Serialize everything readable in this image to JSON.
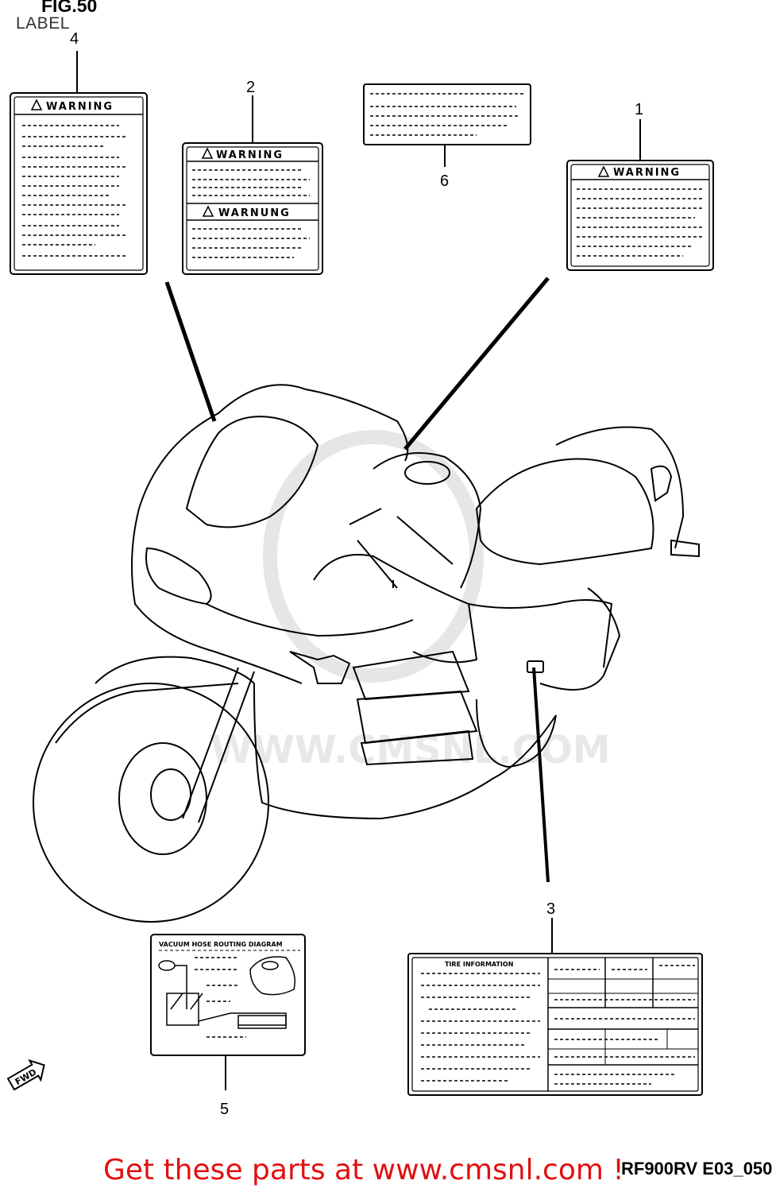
{
  "figure": {
    "number": "FIG.50",
    "title": "LABEL"
  },
  "callouts": [
    "1",
    "2",
    "3",
    "4",
    "5",
    "6"
  ],
  "labels": {
    "warning": "WARNING",
    "warnung": "WARNUNG",
    "vacuum": "VACUUM HOSE ROUTING DIAGRAM",
    "tire": "TIRE INFORMATION"
  },
  "footer": {
    "ref": "RF900RV E03_050",
    "promo": "Get these parts at www.cmsnl.com !"
  },
  "watermark": "WWW.CMSNL.COM",
  "fwd": "FWD",
  "colors": {
    "promo": "#e01010",
    "ink": "#000000",
    "watermark": "#eeeeee"
  }
}
